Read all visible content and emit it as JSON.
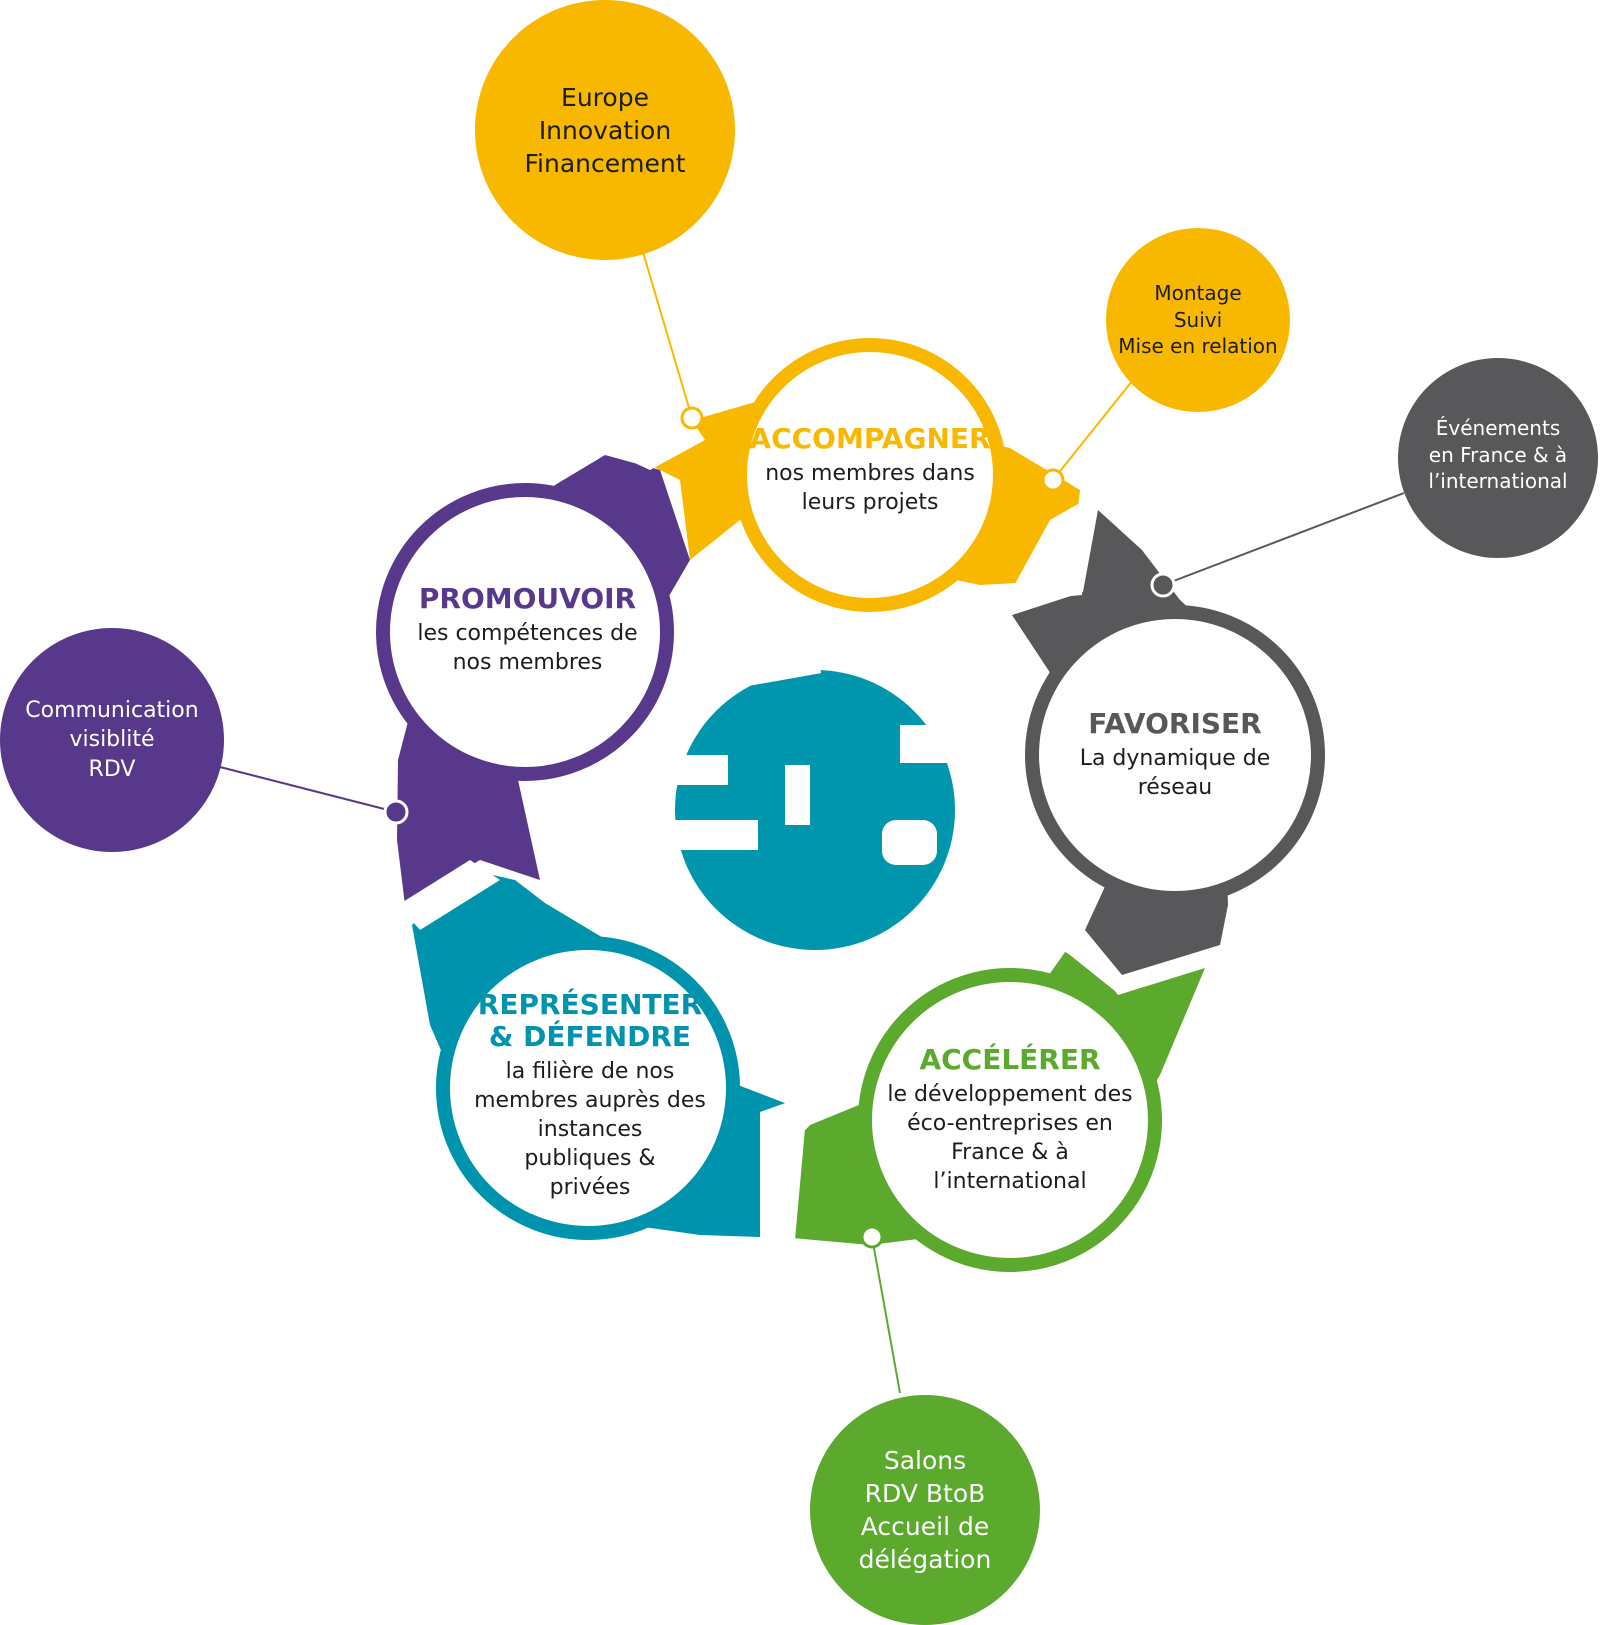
{
  "logo": {
    "text": "éa",
    "color": "#0096ad"
  },
  "colors": {
    "yellow": "#f9b800",
    "gray": "#58585a",
    "green": "#5ba92d",
    "teal": "#0093ad",
    "purple": "#58388a"
  },
  "stages": [
    {
      "key": "accompagner",
      "title": "ACCOMPAGNER",
      "text": "nos membres dans\nleurs projets",
      "color": "#f9b800"
    },
    {
      "key": "favoriser",
      "title": "FAVORISER",
      "text": "La dynamique de\nréseau",
      "color": "#58585a"
    },
    {
      "key": "accelerer",
      "title": "ACCÉLÉRER",
      "text": "le développement des\néco-entreprises en\nFrance & à\nl’international",
      "color": "#5ba92d"
    },
    {
      "key": "representer",
      "title": "REPRÉSENTER\n& DÉFENDRE",
      "text": "la filière de nos\nmembres auprès des\ninstances\npubliques &\nprivées",
      "color": "#0093ad"
    },
    {
      "key": "promouvoir",
      "title": "PROMOUVOIR",
      "text": "les compétences de\nnos membres",
      "color": "#58388a"
    }
  ],
  "bubbles": [
    {
      "key": "europe",
      "text": "Europe\nInnovation\nFinancement",
      "color": "#f9b800"
    },
    {
      "key": "montage",
      "text": "Montage\nSuivi\nMise en relation",
      "color": "#f9b800"
    },
    {
      "key": "evenements",
      "text": "Événements\nen France & à\nl’international",
      "color": "#58585a"
    },
    {
      "key": "salons",
      "text": "Salons\nRDV BtoB\nAccueil de\ndélégation",
      "color": "#5ba92d"
    },
    {
      "key": "communication",
      "text": "Communication\nvisiblité\nRDV",
      "color": "#58388a"
    }
  ]
}
